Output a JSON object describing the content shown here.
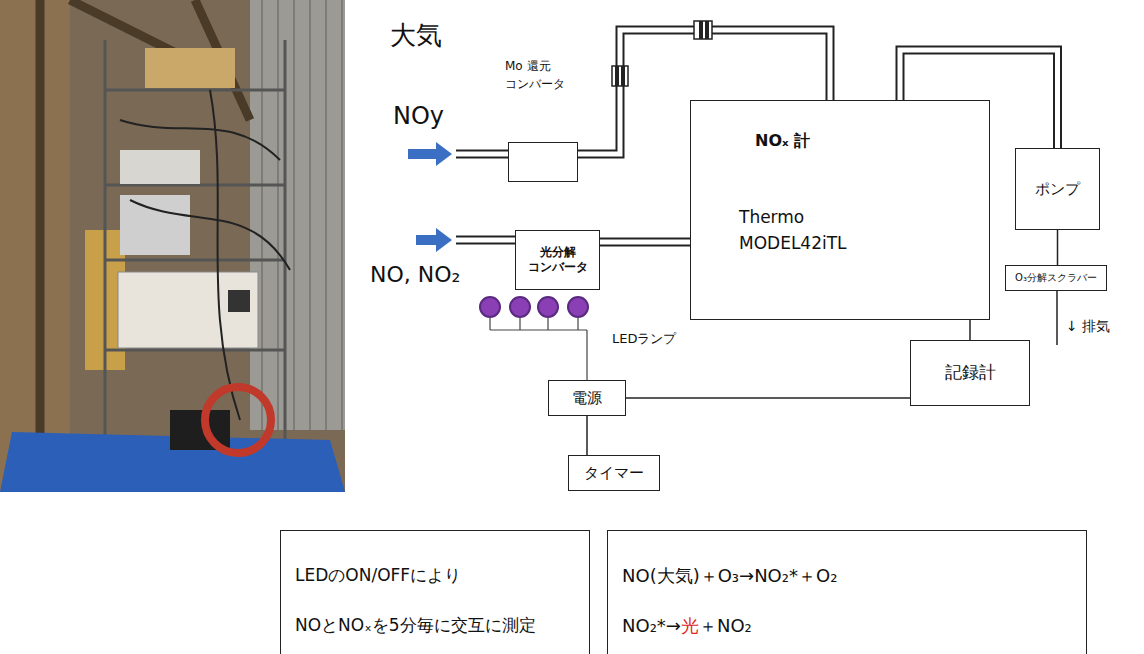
{
  "diagram": {
    "nodes": [
      {
        "text": [
          "Mo 還元 コンバータ"
        ]
      },
      {
        "text": [
          "NOₓ 計",
          "Thermo MODEL42iTL"
        ]
      },
      {
        "text": [
          "ポンプ"
        ]
      },
      {
        "text": [
          "光分解 コンバータ"
        ]
      },
      {
        "text": [
          "O₃分解スクラバー"
        ]
      },
      {
        "text": [
          "記録計"
        ]
      },
      {
        "text": [
          "電源"
        ]
      },
      {
        "text": [
          "タイマー"
        ]
      },
      {
        "text": [
          "LEDのON/OFFにより",
          "NOとNOₓを5分毎に交互に測定"
        ]
      },
      {
        "text": [
          "NO(大気)＋O₃→NO₂*＋O₂",
          "NO₂*→",
          "光",
          "＋NO₂"
        ]
      }
    ],
    "edges": [
      {
        "from": 0,
        "to": 1,
        "arrow": "none"
      },
      {
        "from": 3,
        "to": 1,
        "arrow": "none"
      },
      {
        "from": 1,
        "to": 2,
        "arrow": "none"
      },
      {
        "from": 2,
        "to": 4,
        "arrow": "none"
      },
      {
        "from": 1,
        "to": 5,
        "arrow": "none"
      },
      {
        "from": 6,
        "to": 5,
        "arrow": "none"
      },
      {
        "from": 6,
        "to": 7,
        "arrow": "none"
      }
    ],
    "labels": [
      "大気",
      "NOy",
      "NO, NO₂",
      "LEDランプ",
      "↓ 排気"
    ]
  }
}
